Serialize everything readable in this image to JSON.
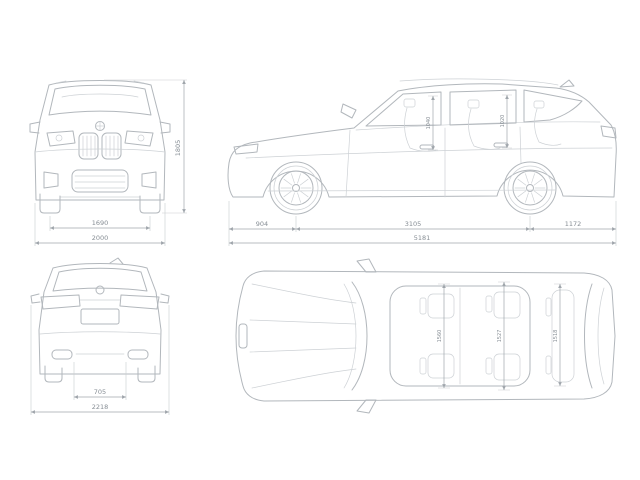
{
  "palette": {
    "background": "#ffffff",
    "car_line": "#b2b7bc",
    "car_line_light": "#cdd1d5",
    "dimension_line": "#a0a6ac",
    "dimension_text": "#868d94"
  },
  "views": {
    "front": {
      "label": "front-view",
      "dims": {
        "track_width": "1690",
        "overall_width": "2000",
        "overall_height": "1805"
      }
    },
    "side": {
      "label": "side-view",
      "dims": {
        "front_overhang": "904",
        "wheelbase": "3105",
        "rear_overhang": "1172",
        "overall_length": "5181",
        "front_door_aperture": "1040",
        "rear_door_aperture": "1020"
      }
    },
    "rear": {
      "label": "rear-view",
      "dims": {
        "exhaust_spacing": "705",
        "width_incl_mirrors": "2218"
      }
    },
    "top": {
      "label": "top-view",
      "dims": {
        "front_row_width": "1560",
        "second_row_width": "1527",
        "third_row_width": "1518"
      }
    }
  }
}
